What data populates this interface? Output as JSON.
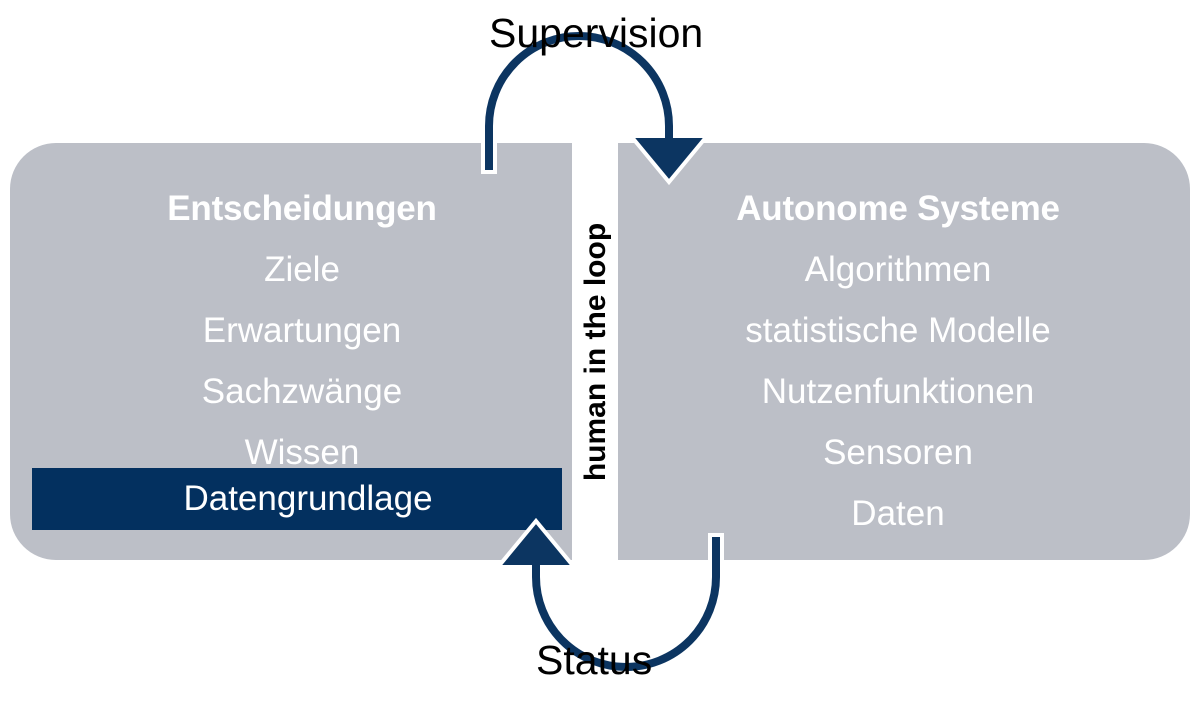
{
  "diagram": {
    "title_alt": "human in the loop Regelkreis",
    "colors": {
      "panel_grey": "#BCBFC7",
      "accent_blue": "#0C3561",
      "highlight_blue": "#03305F",
      "text_white": "#FFFFFF",
      "text_black": "#000000",
      "background": "#FFFFFF"
    },
    "left_panel": {
      "title": "Entscheidungen",
      "items": [
        {
          "label": "Ziele",
          "highlighted": false
        },
        {
          "label": "Erwartungen",
          "highlighted": false
        },
        {
          "label": "Sachzwänge",
          "highlighted": false
        },
        {
          "label": "Wissen",
          "highlighted": false
        }
      ],
      "highlighted_item": "Datengrundlage"
    },
    "right_panel": {
      "title": "Autonome Systeme",
      "items": [
        {
          "label": "Algorithmen",
          "highlighted": false
        },
        {
          "label": "statistische Modelle",
          "highlighted": false
        },
        {
          "label": "Nutzenfunktionen",
          "highlighted": false
        },
        {
          "label": "Sensoren",
          "highlighted": false
        },
        {
          "label": "Daten",
          "highlighted": false
        }
      ]
    },
    "center_label": "human in the loop",
    "arrows": {
      "top": {
        "label": "Supervision",
        "direction": "left-to-right",
        "icon": "curved-arrow-right-icon"
      },
      "bottom": {
        "label": "Status",
        "direction": "right-to-left",
        "icon": "curved-arrow-left-icon"
      }
    }
  }
}
